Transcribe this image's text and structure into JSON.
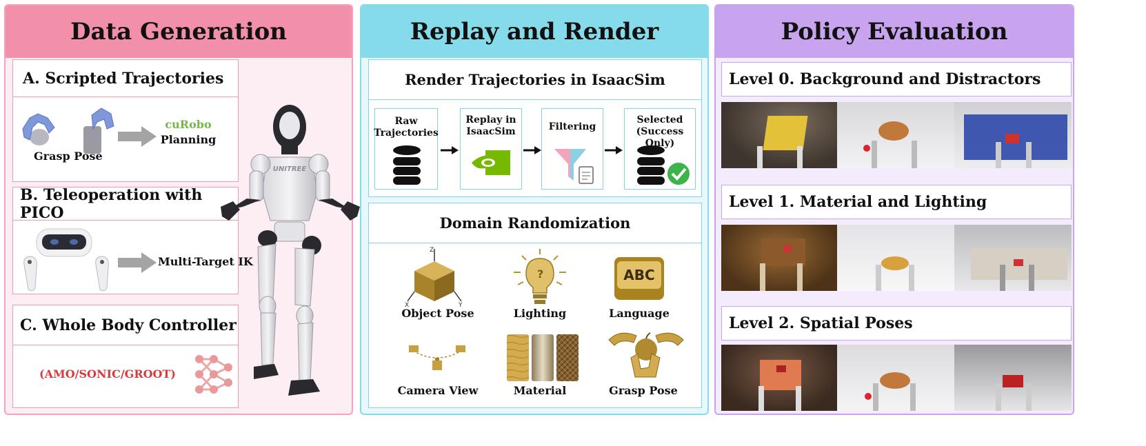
{
  "panels": {
    "data_generation": {
      "title": "Data Generation",
      "sections": {
        "a": {
          "title": "A.  Scripted Trajectories",
          "grasp_label": "Grasp Pose",
          "curobo": "cuRobo",
          "planning": "Planning"
        },
        "b": {
          "title": "B. Teleoperation with PICO",
          "ik_label": "Multi-Target IK"
        },
        "c": {
          "title": "C. Whole Body Controller",
          "controllers": "(AMO/SONIC/GROOT)"
        }
      },
      "robot_brand": "UNITREE"
    },
    "replay_render": {
      "title": "Replay and Render",
      "render_box": {
        "title": "Render Trajectories in IsaacSim",
        "steps": [
          {
            "label": "Raw\nTrajectories"
          },
          {
            "label": "Replay in\nIsaacSim"
          },
          {
            "label": "Filtering"
          },
          {
            "label": "Selected\n(Success Only)"
          }
        ]
      },
      "domain_box": {
        "title": "Domain Randomization",
        "items": [
          "Object Pose",
          "Lighting",
          "Language",
          "Camera View",
          "Material",
          "Grasp Pose"
        ],
        "language_icon_text": "ABC"
      }
    },
    "policy_eval": {
      "title": "Policy Evaluation",
      "levels": [
        {
          "title": "Level 0. Background and Distractors"
        },
        {
          "title": "Level 1. Material and Lighting"
        },
        {
          "title": "Level 2. Spatial Poses"
        }
      ]
    }
  },
  "colors": {
    "pink_header": "#f28fab",
    "pink_bg": "#fdeef3",
    "cyan_header": "#86dbeb",
    "cyan_bg": "#e6f8fb",
    "purple_header": "#c9a4ee",
    "purple_bg": "#f4ecfc",
    "curobo_green": "#76b947",
    "controller_red": "#d63b3b",
    "gold": "#b8922c"
  }
}
